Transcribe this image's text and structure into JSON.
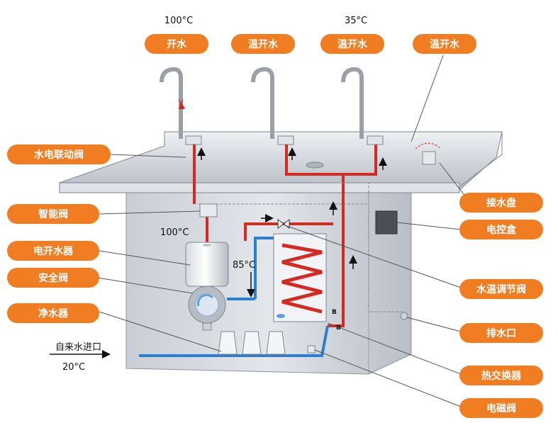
{
  "top_labels": {
    "temp_boiling": "100°C",
    "temp_warm": "35°C",
    "boiling_water": "开水",
    "warm_water_1": "温开水",
    "warm_water_2": "温开水",
    "warm_water_3": "温开水"
  },
  "left_labels": {
    "electro_linkage_valve": "水电联动阀",
    "smart_valve": "智能阀",
    "electric_boiler": "电开水器",
    "safety_valve": "安全阀",
    "water_purifier": "净水器"
  },
  "right_labels": {
    "drip_tray": "接水盘",
    "control_box": "电控盒",
    "temp_regulating_valve": "水温调节阀",
    "drain_outlet": "排水口",
    "heat_exchanger": "热交换器",
    "solenoid_valve": "电磁阀"
  },
  "annotations": {
    "boiler_temp": "100°C",
    "exchange_temp": "85°C",
    "tap_water_inlet": "自来水进口",
    "inlet_temp": "20°C",
    "marker_b1": "B",
    "marker_b2": "B"
  },
  "colors": {
    "pill_fill": "#f07d22",
    "hot_pipe": "#d42a22",
    "cold_pipe": "#2a7fd0",
    "cabinet": "#d9dde3",
    "steel": "#c5cad1"
  }
}
